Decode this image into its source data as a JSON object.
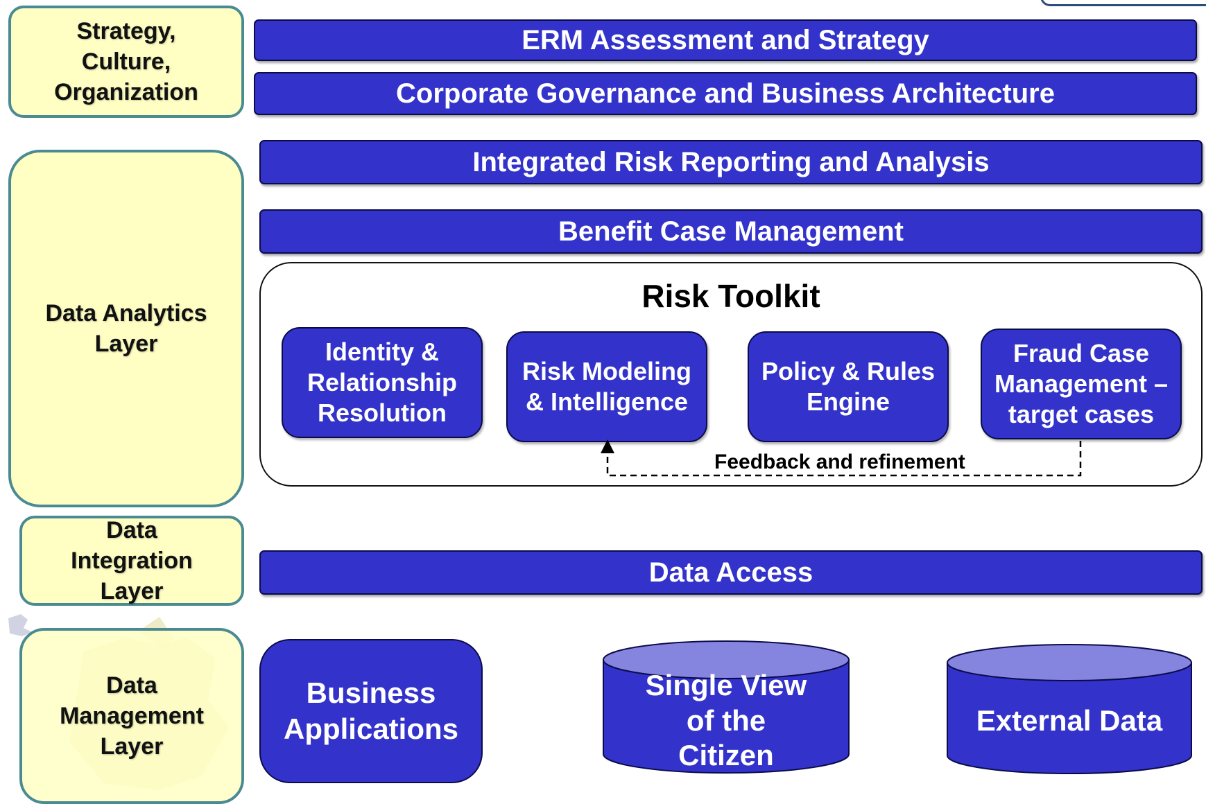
{
  "layers": {
    "strategy": "Strategy,\nCulture,\nOrganization",
    "analytics": "Data Analytics\nLayer",
    "integration": "Data\nIntegration\nLayer",
    "management": "Data\nManagement\nLayer"
  },
  "bars": {
    "erm": "ERM Assessment and Strategy",
    "governance": "Corporate Governance and Business Architecture",
    "reporting": "Integrated Risk Reporting and Analysis",
    "benefit": "Benefit Case Management",
    "access": "Data Access"
  },
  "toolkit": {
    "title": "Risk Toolkit",
    "tools": {
      "identity": "Identity &\nRelationship\nResolution",
      "modeling": "Risk Modeling\n& Intelligence",
      "policy": "Policy & Rules\nEngine",
      "fraud": "Fraud Case\nManagement –\ntarget cases"
    },
    "feedback": "Feedback and refinement"
  },
  "data_stores": {
    "business": "Business\nApplications",
    "citizen": "Single View\nof the\nCitizen",
    "external": "External Data"
  },
  "colors": {
    "box_blue": "#3333cc",
    "layer_fill": "#ffffc4",
    "layer_border": "#4a8a92",
    "cylinder_top": "#8585e0"
  }
}
